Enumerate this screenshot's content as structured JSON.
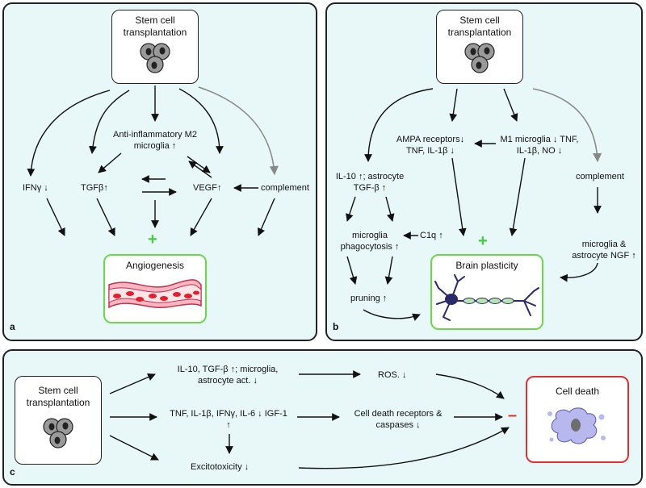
{
  "panel_a": {
    "label": "a",
    "stem_title": "Stem cell transplantation",
    "m2": "Anti-inflammatory M2 microglia ↑",
    "ifn": "IFNγ ↓",
    "tgf": "TGFβ↑",
    "vegf": "VEGF↑",
    "complement": "complement",
    "plus": "+",
    "outcome": "Angiogenesis"
  },
  "panel_b": {
    "label": "b",
    "stem_title": "Stem cell transplantation",
    "ampa": "AMPA receptors↓ TNF, IL-1β ↓",
    "m1": "M1 microglia ↓ TNF, IL-1β, NO ↓",
    "il10": "IL-10 ↑; astrocyte TGF-β ↑",
    "complement": "complement",
    "phago": "microglia phagocytosis ↑",
    "c1q": "C1q ↑",
    "ngf": "microglia & astrocyte NGF ↑",
    "pruning": "pruning ↑",
    "plus": "+",
    "outcome": "Brain plasticity"
  },
  "panel_c": {
    "label": "c",
    "stem_title": "Stem cell transplantation",
    "il10": "IL-10, TGF-β ↑; microglia, astrocyte act. ↓",
    "tnf": "TNF, IL-1β, IFNγ, IL-6 ↓ IGF-1 ↑",
    "excito": "Excitotoxicity ↓",
    "ros": "ROS. ↓",
    "receptors": "Cell death receptors & caspases ↓",
    "minus": "–",
    "outcome": "Cell death"
  },
  "colors": {
    "panel_bg": "#e8f8f8",
    "plus_green": "#3ecf3e",
    "outcome_green_border": "#6ad84a",
    "outcome_red_border": "#e03030",
    "complement_arrow_gray": "#888888"
  }
}
